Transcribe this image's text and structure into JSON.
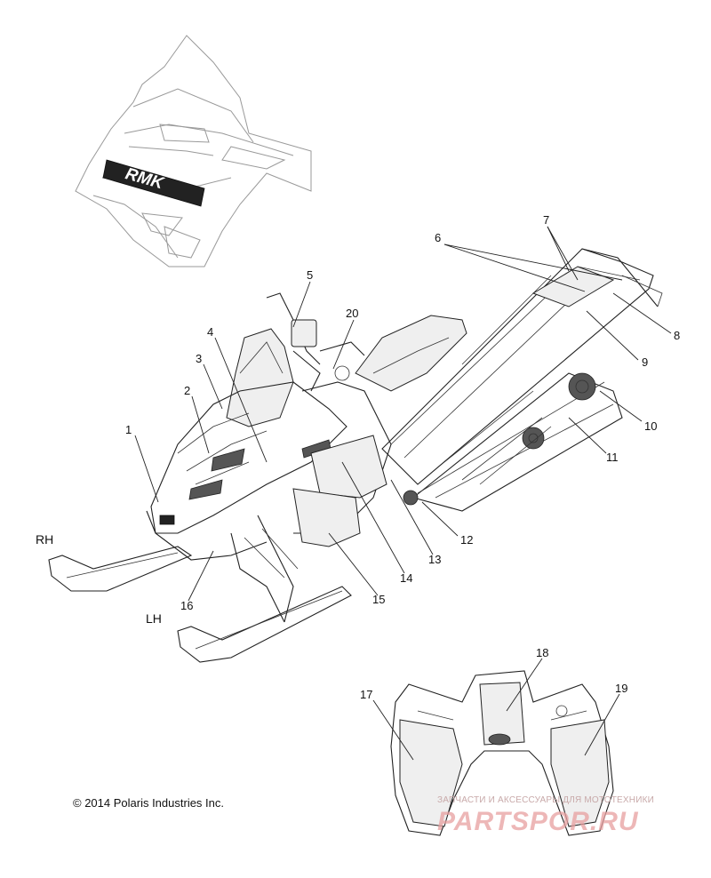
{
  "diagram": {
    "side_labels": {
      "rh": "RH",
      "lh": "LH"
    },
    "decal_text": "RMK",
    "callouts": [
      "1",
      "2",
      "3",
      "4",
      "5",
      "6",
      "7",
      "8",
      "9",
      "10",
      "11",
      "12",
      "13",
      "14",
      "15",
      "16",
      "17",
      "18",
      "19",
      "20"
    ],
    "copyright": "© 2014 Polaris Industries Inc.",
    "watermark": {
      "line1": "ЗАПЧАСТИ И АКСЕССУАРЫ ДЛЯ МОТОТЕХНИКИ",
      "line2": "PARTSPOR.RU"
    }
  }
}
